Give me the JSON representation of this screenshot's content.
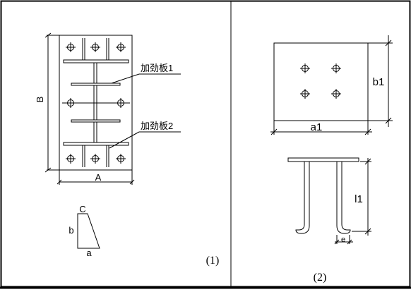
{
  "panel_1": {
    "label": "(1)",
    "stiffener_1_label": "加劲板1",
    "stiffener_2_label": "加劲板2",
    "dim_B": "B",
    "dim_A": "A",
    "dim_C": "C",
    "dim_b": "b",
    "dim_a": "a"
  },
  "panel_2": {
    "label": "(2)",
    "dim_b1": "b1",
    "dim_a1": "a1",
    "dim_l1": "l1",
    "dim_e": "e"
  }
}
